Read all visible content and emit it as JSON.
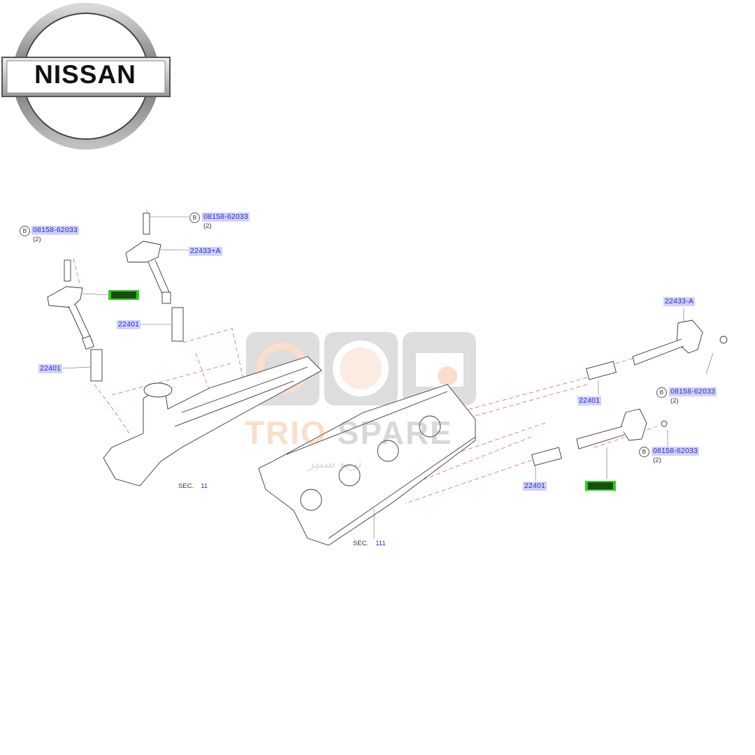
{
  "brand_logo": {
    "text": "NISSAN"
  },
  "watermark": {
    "text_primary": "TRIO",
    "text_secondary": "SPARE",
    "arabic_text": "تريو سبير",
    "icons": [
      "gasket-icon",
      "gauge-icon",
      "engine-icon"
    ],
    "accent_color": "#f08a4b"
  },
  "colors": {
    "label_text": "#2a2ad8",
    "label_bg": "#cfd2f6",
    "highlight": "#28d21a",
    "leader_dash": "#e06070"
  },
  "callouts": [
    {
      "id": "bolt-left",
      "badge": "B",
      "part": "08158-62033",
      "qty": "(2)"
    },
    {
      "id": "bolt-top",
      "badge": "B",
      "part": "08158-62033",
      "qty": "(2)"
    },
    {
      "id": "coil-top",
      "part": "22433+A"
    },
    {
      "id": "coil-left-highlight",
      "part": ""
    },
    {
      "id": "plug-mid",
      "part": "22401"
    },
    {
      "id": "plug-left",
      "part": "22401"
    },
    {
      "id": "coil-right-top",
      "part": "22433-A"
    },
    {
      "id": "plug-right-top",
      "part": "22401"
    },
    {
      "id": "bolt-right-top",
      "badge": "B",
      "part": "08158-62033",
      "qty": "(2)"
    },
    {
      "id": "bolt-right-bottom",
      "badge": "B",
      "part": "08158-62033",
      "qty": "(2)"
    },
    {
      "id": "plug-right-bottom",
      "part": "22401"
    },
    {
      "id": "coil-right-highlight",
      "part": ""
    }
  ],
  "section_refs": [
    {
      "prefix": "SEC.",
      "number": "11"
    },
    {
      "prefix": "SEC.",
      "number": "111"
    }
  ]
}
